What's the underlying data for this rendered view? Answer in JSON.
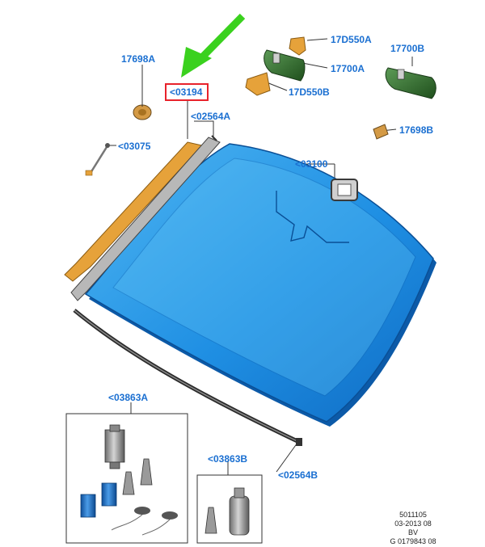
{
  "labels": {
    "p17698a": "17698A",
    "p03194": "<03194",
    "p02564a": "<02564A",
    "p03075": "<03075",
    "p17d550a": "17D550A",
    "p17700a": "17700A",
    "p17d550b": "17D550B",
    "p17700b": "17700B",
    "p17698b": "17698B",
    "p03100": "<03100",
    "p03863a": "<03863A",
    "p03863b": "<03863B",
    "p02564b": "<02564B"
  },
  "footer": {
    "line1": "5011105",
    "line2": "03-2013 08",
    "line3": "BV",
    "line4": "G 0179843 08"
  },
  "colors": {
    "label": "#1a6fd1",
    "highlight": "#e8222b",
    "arrow": "#3ad11e",
    "glass": "#1a88e0",
    "glass_dark": "#0d5fae",
    "moulding": "#e6a23a",
    "mirror": "#2d6a2a",
    "seal": "#3a3a3a"
  },
  "icons": [
    "highlight-arrow-icon"
  ]
}
